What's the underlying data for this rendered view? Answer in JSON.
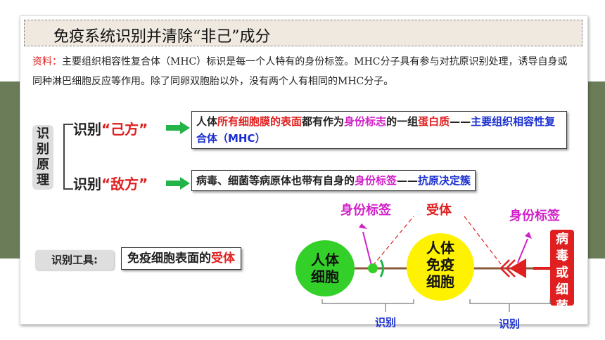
{
  "title": "免疫系统识别并清除“非己”成分",
  "material": {
    "label": "资料：",
    "text": "主要组织相容性复合体（MHC）标识是每一个人特有的身份标签。MHC分子具有参与对抗原识别处理，诱导自身或同种淋巴细胞反应等作用。除了同卵双胞胎以外，没有两个人有相同的MHC分子。"
  },
  "principle_label": "识别原理",
  "self": {
    "prefix": "识别",
    "quoted": "“己方”",
    "def_parts": [
      {
        "t": "人体",
        "c": "k"
      },
      {
        "t": "所有细胞膜的表面",
        "c": "r"
      },
      {
        "t": "都有作为",
        "c": "k"
      },
      {
        "t": "身份标志",
        "c": "m"
      },
      {
        "t": "的一组",
        "c": "k"
      },
      {
        "t": "蛋白质",
        "c": "r"
      },
      {
        "t": "——",
        "c": "k"
      },
      {
        "t": "主要组织相容性复合体（MHC）",
        "c": "b"
      }
    ]
  },
  "enemy": {
    "prefix": "识别",
    "quoted": "“敌方”",
    "def_parts": [
      {
        "t": "病毒、细菌等病原体也带有自身的",
        "c": "k"
      },
      {
        "t": "身份标签",
        "c": "m"
      },
      {
        "t": "——",
        "c": "k"
      },
      {
        "t": "抗原决定簇",
        "c": "b"
      }
    ]
  },
  "tool": {
    "label": "识别工具:",
    "text_a": "免疫细胞表面的",
    "text_b": "受体"
  },
  "diagram": {
    "tag_left": "身份标签",
    "receptor": "受体",
    "tag_right": "身份标签",
    "human_cell": "人体细胞",
    "immune_cell": "人体免疫细胞",
    "pathogen": "病毒或细菌",
    "recognize_left": "识别",
    "recognize_right": "识别"
  },
  "colors": {
    "red": "#e02020",
    "magenta": "#d020c8",
    "blue": "#1a2fd0",
    "green_arrow": "#22b34a",
    "cell_green": "#33d02a",
    "cell_yellow": "#fff200",
    "band": "#6b7d58"
  }
}
